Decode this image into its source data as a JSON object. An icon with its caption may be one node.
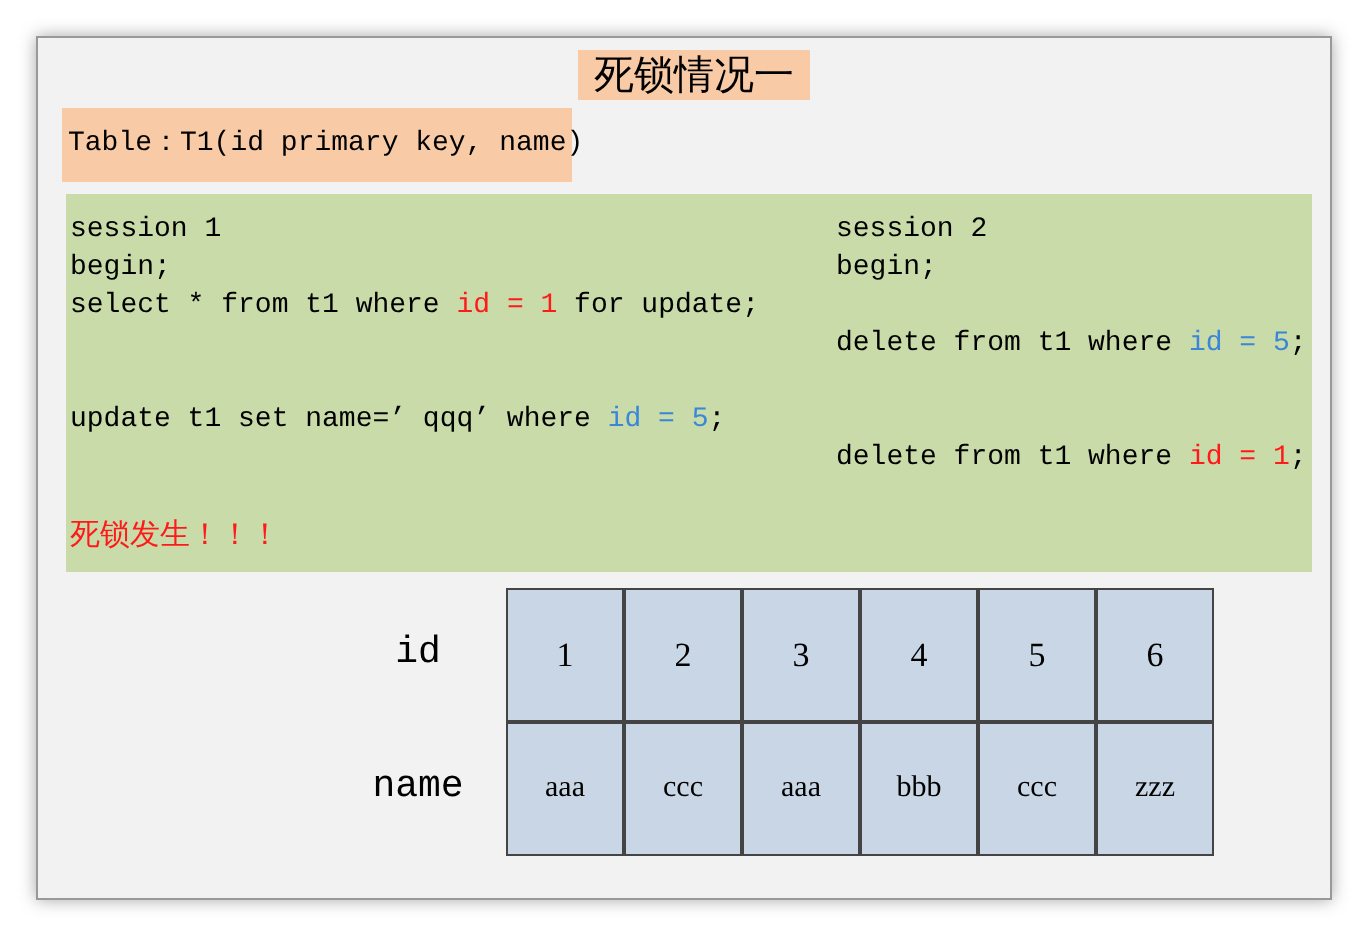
{
  "diagram": {
    "title": "死锁情况一",
    "labels": [
      "Table：T1(id primary key, name)",
      "session 1",
      "session 2",
      "begin;",
      "begin;",
      "select * from t1 where id = 1 for update;",
      "delete from t1 where id = 5;",
      "update t1 set name=’ qqq’  where id = 5;",
      "delete from t1 where id = 1;",
      "死锁发生！！！",
      "id",
      "1",
      "2",
      "3",
      "4",
      "5",
      "6",
      "name",
      "aaa",
      "ccc",
      "aaa",
      "bbb",
      "ccc",
      "zzz"
    ]
  }
}
